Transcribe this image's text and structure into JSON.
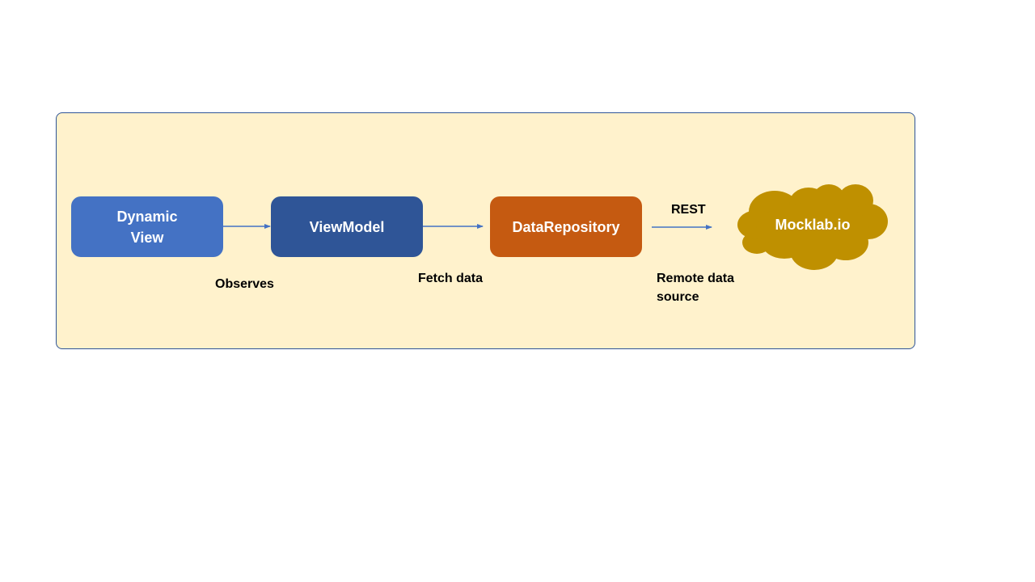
{
  "nodes": {
    "dynamic_view": "Dynamic\nView",
    "view_model": "ViewModel",
    "data_repository": "DataRepository",
    "mocklab": "Mocklab.io"
  },
  "edges": {
    "observes": "Observes",
    "fetch_data": "Fetch data",
    "rest": "REST",
    "remote_data_source": "Remote data\nsource"
  },
  "colors": {
    "panel_fill": "#fff2cc",
    "panel_border": "#2f5597",
    "dynamic_view": "#4472c4",
    "view_model": "#2f5597",
    "data_repository": "#c55a11",
    "cloud": "#bf9000",
    "arrow": "#4472c4"
  }
}
